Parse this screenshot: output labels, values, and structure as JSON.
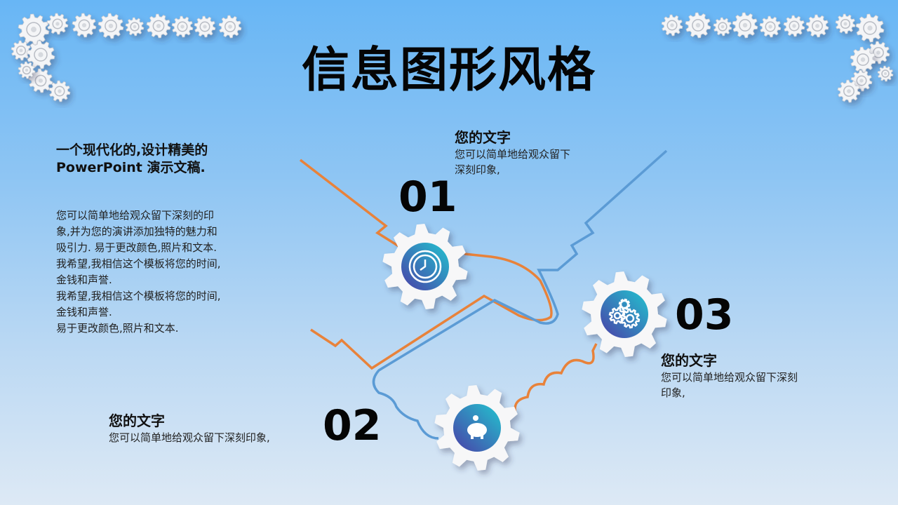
{
  "title": "信息图形风格",
  "intro": {
    "heading_line1": "一个现代化的,设计精美的",
    "heading_line2": "PowerPoint 演示文稿.",
    "body": [
      "您可以简单地给观众留下深刻的印",
      "象,并为您的演讲添加独特的魅力和",
      "吸引力. 易于更改颜色,照片和文本.",
      "我希望,我相信这个模板将您的时间,",
      "金钱和声誉.",
      "我希望,我相信这个模板将您的时间,",
      "金钱和声誉.",
      "易于更改颜色,照片和文本."
    ]
  },
  "steps": [
    {
      "number": "01",
      "heading": "您的文字",
      "text_line1": "您可以简单地给观众留下",
      "text_line2": "深刻印象,",
      "icon": "clock-icon"
    },
    {
      "number": "02",
      "heading": "您的文字",
      "text_line1": "您可以简单地给观众留下深刻印象,",
      "icon": "piggy-bank-icon"
    },
    {
      "number": "03",
      "heading": "您的文字",
      "text_line1": "您可以简单地给观众留下深刻",
      "text_line2": "印象,",
      "icon": "gears-icon"
    }
  ],
  "colors": {
    "orange": "#e8823a",
    "blue": "#5b9bd5",
    "grad_start": "#4a3fa8",
    "grad_end": "#22c4cf"
  }
}
